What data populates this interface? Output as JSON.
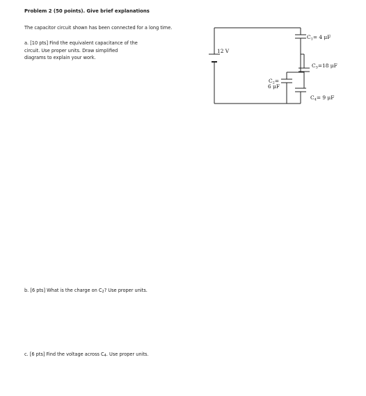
{
  "problem": {
    "title": "Problem 2 (50 points). Give brief explanations",
    "intro": "The capacitor circuit shown has been connected for a long time.",
    "part_a": [
      "a. [10 pts] Find the equivalent capacitance of the",
      "circuit. Use proper units. Draw simplified",
      "diagrams to explain your work."
    ],
    "part_b": {
      "prefix": "b. [6 pts] What is the charge on C",
      "sub": "2",
      "suffix": "? Use proper units."
    },
    "part_c": {
      "prefix": "c. [6 pts] Find the voltage across C",
      "sub": "4",
      "suffix": ". Use proper units."
    }
  },
  "circuit": {
    "battery": "12 V",
    "c1": {
      "name": "C",
      "sub": "1",
      "value": "= 4 μF"
    },
    "c2": {
      "name": "C",
      "sub": "2",
      "value": "=",
      "value2": "6 μF"
    },
    "c3": {
      "name": "C",
      "sub": "3",
      "value": "=18 μF"
    },
    "c4": {
      "name": "C",
      "sub": "4",
      "value": "= 9 μF"
    }
  }
}
